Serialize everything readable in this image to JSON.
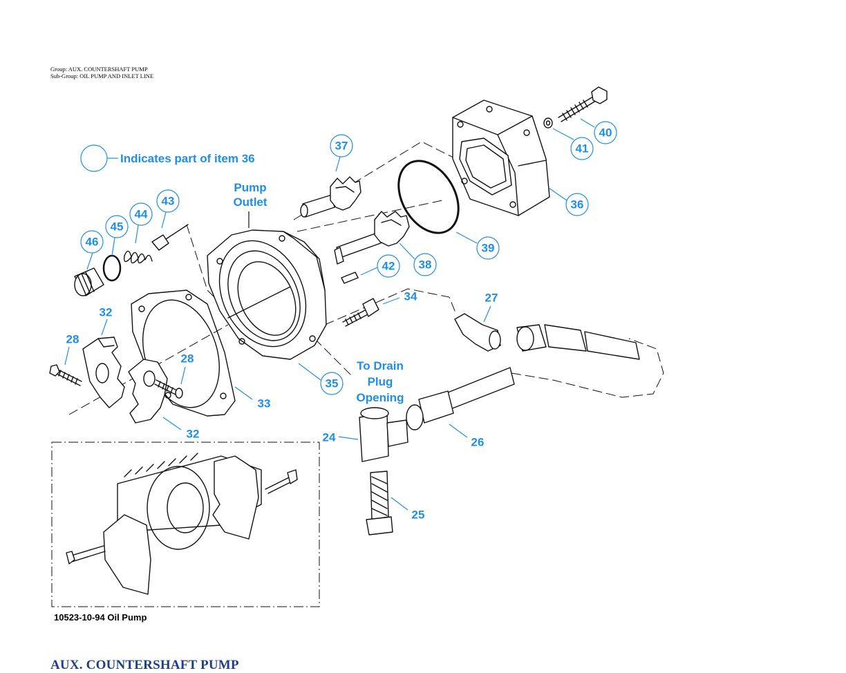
{
  "header": {
    "group": "Group: AUX. COUNTERSHAFT PUMP",
    "subgroup": "Sub-Group: OIL PUMP AND INLET LINE"
  },
  "diagram": {
    "legend_text": "Indicates part of item 36",
    "pump_outlet": [
      "Pump",
      "Outlet"
    ],
    "drain_plug": [
      "To Drain",
      "Plug",
      "Opening"
    ],
    "caption": "10523-10-94 Oil Pump",
    "callouts": {
      "c24": "24",
      "c25": "25",
      "c26": "26",
      "c27": "27",
      "c28a": "28",
      "c28b": "28",
      "c32a": "32",
      "c32b": "32",
      "c33": "33",
      "c34": "34",
      "c35": "35",
      "c36": "36",
      "c37": "37",
      "c38": "38",
      "c39": "39",
      "c40": "40",
      "c41": "41",
      "c42": "42",
      "c43": "43",
      "c44": "44",
      "c45": "45",
      "c46": "46"
    }
  },
  "footer": {
    "title": "AUX. COUNTERSHAFT PUMP"
  }
}
